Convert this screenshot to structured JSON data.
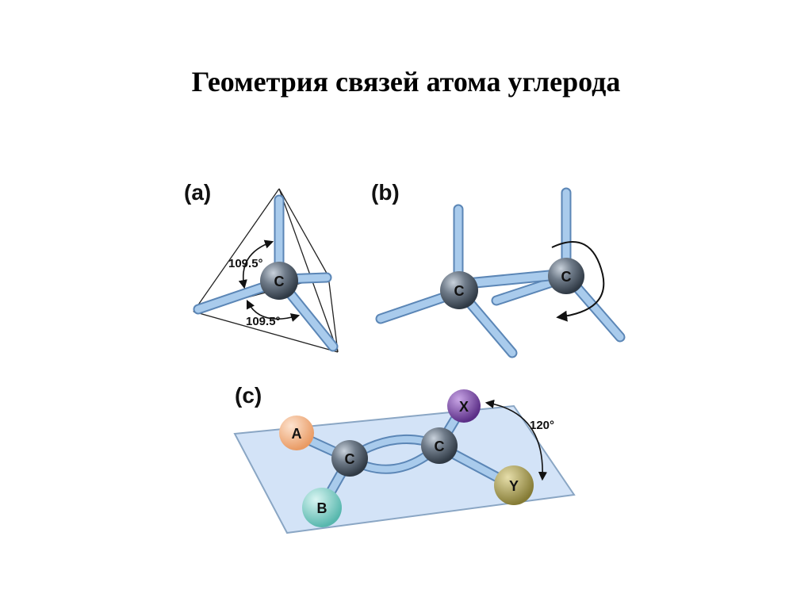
{
  "title": "Геометрия связей атома углерода",
  "colors": {
    "bond": "#9ec3e6",
    "bond_edge": "#5b86b6",
    "carbon": "#5e6a78",
    "plane": "#d3e3f7",
    "atom_A": "#f1b487",
    "atom_B": "#7fd0c9",
    "atom_X": "#7c4aa3",
    "atom_Y": "#a49a55"
  },
  "panel_a": {
    "label": "(a)",
    "atom": "C",
    "angle_top": "109.5°",
    "angle_bottom": "109.5°"
  },
  "panel_b": {
    "label": "(b)",
    "atom_left": "C",
    "atom_right": "C"
  },
  "panel_c": {
    "label": "(c)",
    "atoms": [
      "A",
      "B",
      "C",
      "C",
      "X",
      "Y"
    ],
    "angle": "120°"
  }
}
